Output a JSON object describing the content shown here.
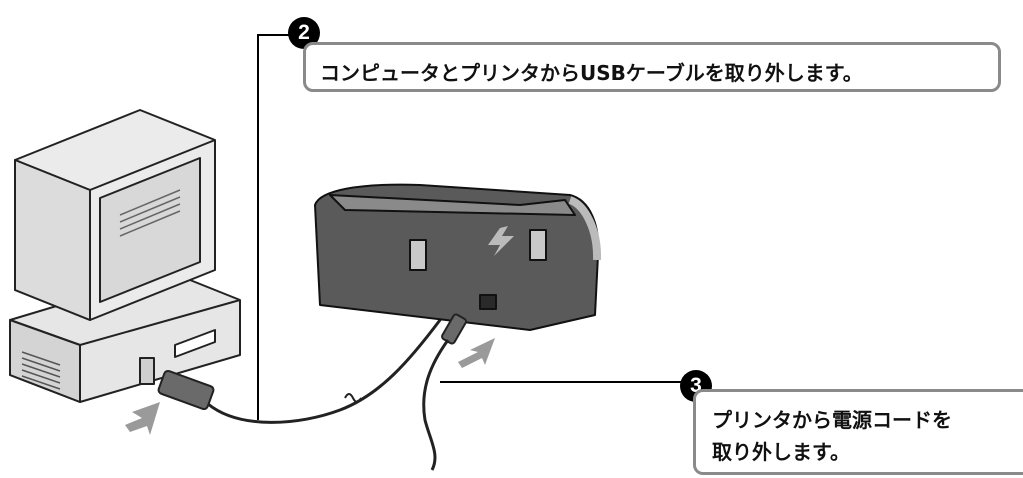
{
  "steps": [
    {
      "number": "2",
      "text": "コンピュータとプリンタからUSBケーブルを取り外します。"
    },
    {
      "number": "3",
      "line1": "プリンタから電源コードを",
      "line2": "取り外します。"
    }
  ],
  "colors": {
    "callout_border": "#8a8a8a",
    "arrow": "#9a9a9a",
    "badge": "#000000",
    "device_body": "#e6e6e6",
    "printer_body": "#5a5a5a"
  },
  "icons": [
    "computer-icon",
    "printer-icon",
    "usb-cable-icon",
    "power-cord-icon",
    "unplug-arrow-icon"
  ]
}
